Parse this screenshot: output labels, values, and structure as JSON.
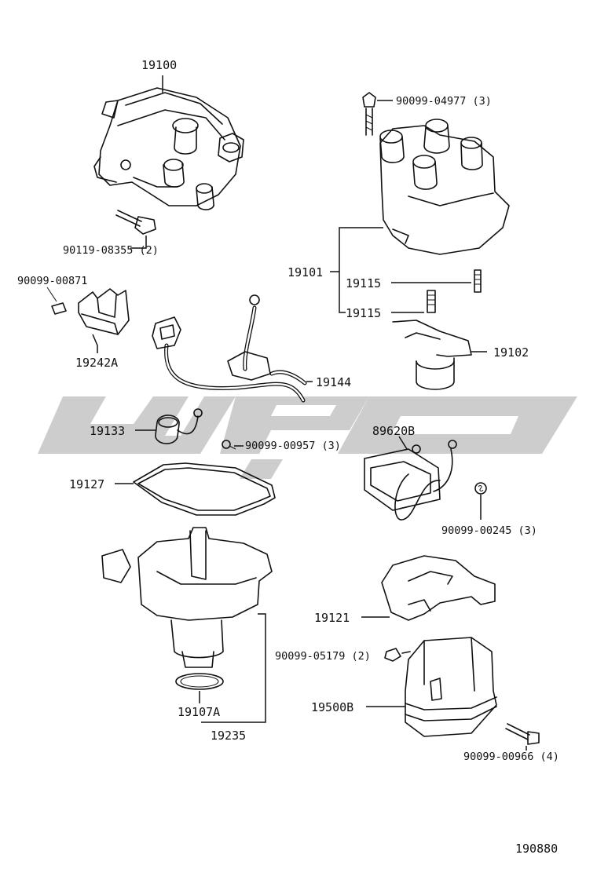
{
  "diagram_id": "190880",
  "watermark_text": "WPC",
  "watermark_color": "#c8c8c8",
  "callouts": {
    "p19100": "19100",
    "p90119_08355": "90119-08355 (2)",
    "p90099_00871": "90099-00871",
    "p19242A": "19242A",
    "p90099_04977": "90099-04977 (3)",
    "p19101": "19101",
    "p19115_a": "19115",
    "p19115_b": "19115",
    "p19102": "19102",
    "p19144": "19144",
    "p19133": "19133",
    "p90099_00957": "90099-00957 (3)",
    "p89620B": "89620B",
    "p19127": "19127",
    "p90099_00245": "90099-00245 (3)",
    "p19121": "19121",
    "p90099_05179": "90099-05179 (2)",
    "p19500B": "19500B",
    "p90099_00966": "90099-00966 (4)",
    "p19107A": "19107A",
    "p19235": "19235"
  }
}
